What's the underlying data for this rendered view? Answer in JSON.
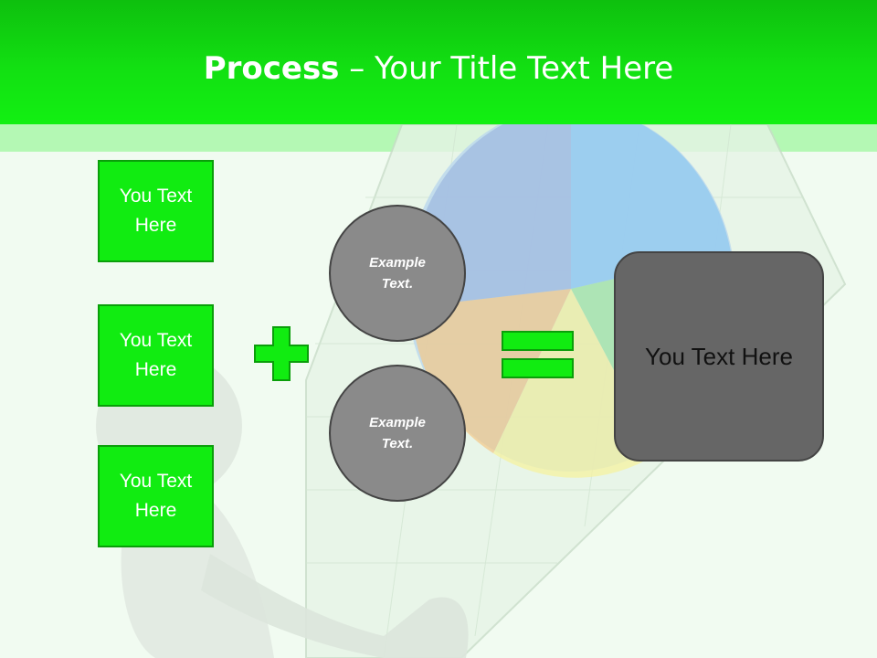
{
  "slide": {
    "title_bold": "Process",
    "title_rest": " – Your Title Text Here",
    "input_boxes": [
      "You Text Here",
      "You Text Here",
      "You Text Here"
    ],
    "operands": [
      "Example Text.",
      "Example Text."
    ],
    "result": "You Text Here"
  },
  "icons": {
    "operator": "plus-icon",
    "equals": "equals-icon"
  },
  "colors": {
    "accent_green": "#11ec11",
    "header_green": "#12e012",
    "circle_gray": "#8a8a8a",
    "result_gray": "#666666"
  }
}
